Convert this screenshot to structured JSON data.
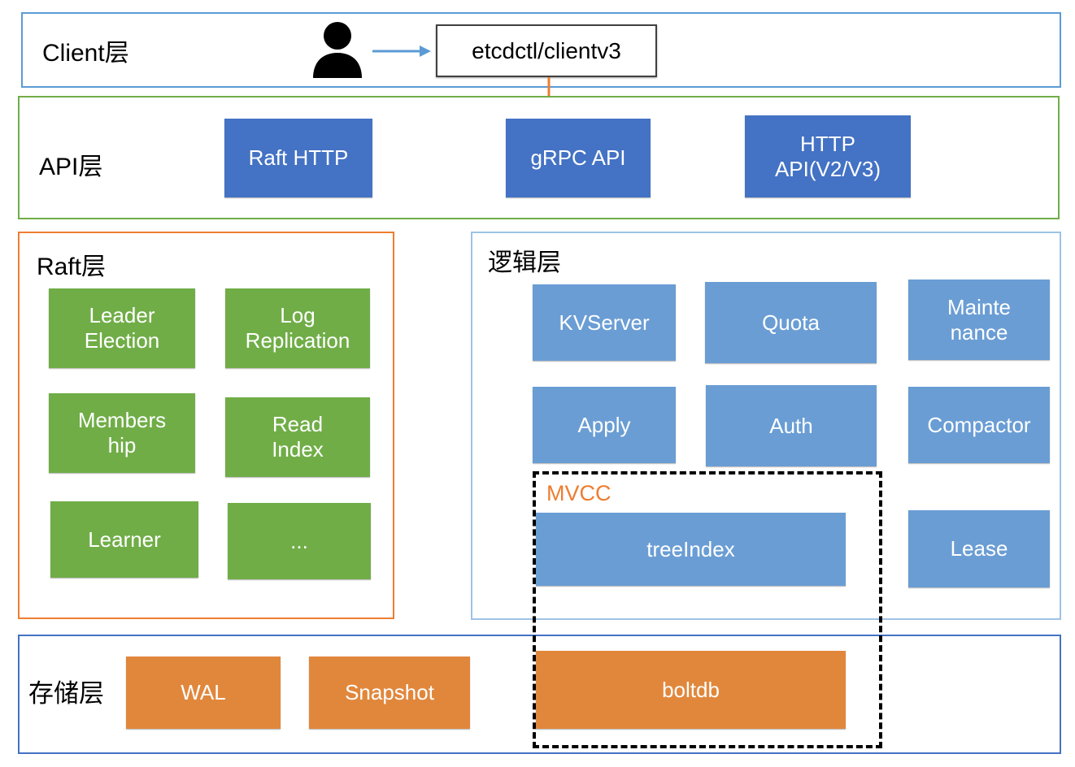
{
  "diagram": {
    "title": "etcd architecture layered diagram",
    "colors": {
      "client_border": "#5B9BD5",
      "api_border": "#70AD47",
      "raft_border": "#ED7D31",
      "logic_border": "#9DC3E6",
      "storage_border": "#4472C4",
      "api_node": "#4472C4",
      "raft_node": "#70AD47",
      "logic_node": "#6A9DD4",
      "storage_node": "#E1873C",
      "mvcc_label": "#ED7D31",
      "client_arrow": "#5B9BD5",
      "api_arrow": "#ED7D31",
      "person": "#000000"
    }
  },
  "client_layer": {
    "label": "Client层",
    "person_icon": "person-icon",
    "arrow_icon": "arrow-right-icon",
    "client_box": "etcdctl/clientv3",
    "down_arrow_icon": "arrow-down-icon"
  },
  "api_layer": {
    "label": "API层",
    "nodes": [
      {
        "name": "raft-http",
        "label": "Raft HTTP"
      },
      {
        "name": "grpc-api",
        "label": "gRPC API"
      },
      {
        "name": "http-api",
        "label": "HTTP\nAPI(V2/V3)"
      }
    ]
  },
  "raft_layer": {
    "label": "Raft层",
    "nodes": [
      {
        "name": "leader-election",
        "label": "Leader\nElection"
      },
      {
        "name": "log-replication",
        "label": "Log\nReplication"
      },
      {
        "name": "membership",
        "label": "Members\nhip"
      },
      {
        "name": "read-index",
        "label": "Read\nIndex"
      },
      {
        "name": "learner",
        "label": "Learner"
      },
      {
        "name": "more",
        "label": "..."
      }
    ]
  },
  "logic_layer": {
    "label": "逻辑层",
    "nodes": [
      {
        "name": "kvserver",
        "label": "KVServer"
      },
      {
        "name": "quota",
        "label": "Quota"
      },
      {
        "name": "maintenance",
        "label": "Mainte\nnance"
      },
      {
        "name": "apply",
        "label": "Apply"
      },
      {
        "name": "auth",
        "label": "Auth"
      },
      {
        "name": "compactor",
        "label": "Compactor"
      },
      {
        "name": "treeindex",
        "label": "treeIndex"
      },
      {
        "name": "lease",
        "label": "Lease"
      }
    ],
    "mvcc_label": "MVCC"
  },
  "storage_layer": {
    "label": "存储层",
    "nodes": [
      {
        "name": "wal",
        "label": "WAL"
      },
      {
        "name": "snapshot",
        "label": "Snapshot"
      },
      {
        "name": "boltdb",
        "label": "boltdb"
      }
    ]
  }
}
